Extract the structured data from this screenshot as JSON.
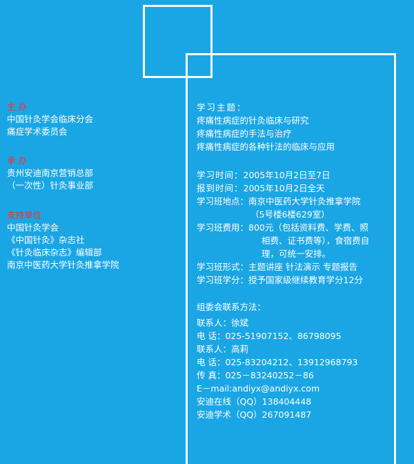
{
  "sponsor": {
    "heading": "主 办",
    "lines": [
      "中国针灸学会临床分会",
      "痛症学术委员会"
    ]
  },
  "co_organizer": {
    "heading": "承 办",
    "lines": [
      "贵州安迪南京营销总部",
      "（一次性）针灸事业部"
    ]
  },
  "support": {
    "heading": "支持单位",
    "lines": [
      "中国针灸学会",
      "《中国针灸》杂志社",
      "《针灸临床杂志》编辑部",
      "南京中医药大学针灸推拿学院"
    ]
  },
  "topic": {
    "label": "学习主题：",
    "items": [
      "疼痛性病症的针灸临床与研究",
      "疼痛性病症的手法与治疗",
      "疼痛性病症的各种针法的临床与应用"
    ]
  },
  "schedule": {
    "study_time_label": "学习时间：",
    "study_time": "2005年10月2日至7日",
    "register_time_label": "报到时间：",
    "register_time": "2005年10月2日全天",
    "location_label": "学习班地点：",
    "location": "南京中医药大学针灸推拿学院",
    "location_detail": "（5号楼6楼629室）",
    "fee_label": "学习班费用：",
    "fee_line1": "800元（包括资料费、学费、照",
    "fee_line2": "相费、证书费等），食宿费自",
    "fee_line3": "理，可统一安排。",
    "format_label": "学习班形式：",
    "format": "主题讲座  针法演示  专题报告",
    "credit_label": "学习班学分：",
    "credit": "授予国家级继续教育学分12分"
  },
  "contact": {
    "title": "组委会联系方法：",
    "lines": [
      "联系人：徐斌",
      "电   话：025-51907152、86798095",
      "联系人：高莉",
      "电   话：025-83204212、13912968793",
      "传   真：025－83240252－86",
      "E－mail:andiyx@andiyx.com",
      "安迪在线（QQ）138404448",
      "安迪学术（QQ）267091487"
    ]
  }
}
